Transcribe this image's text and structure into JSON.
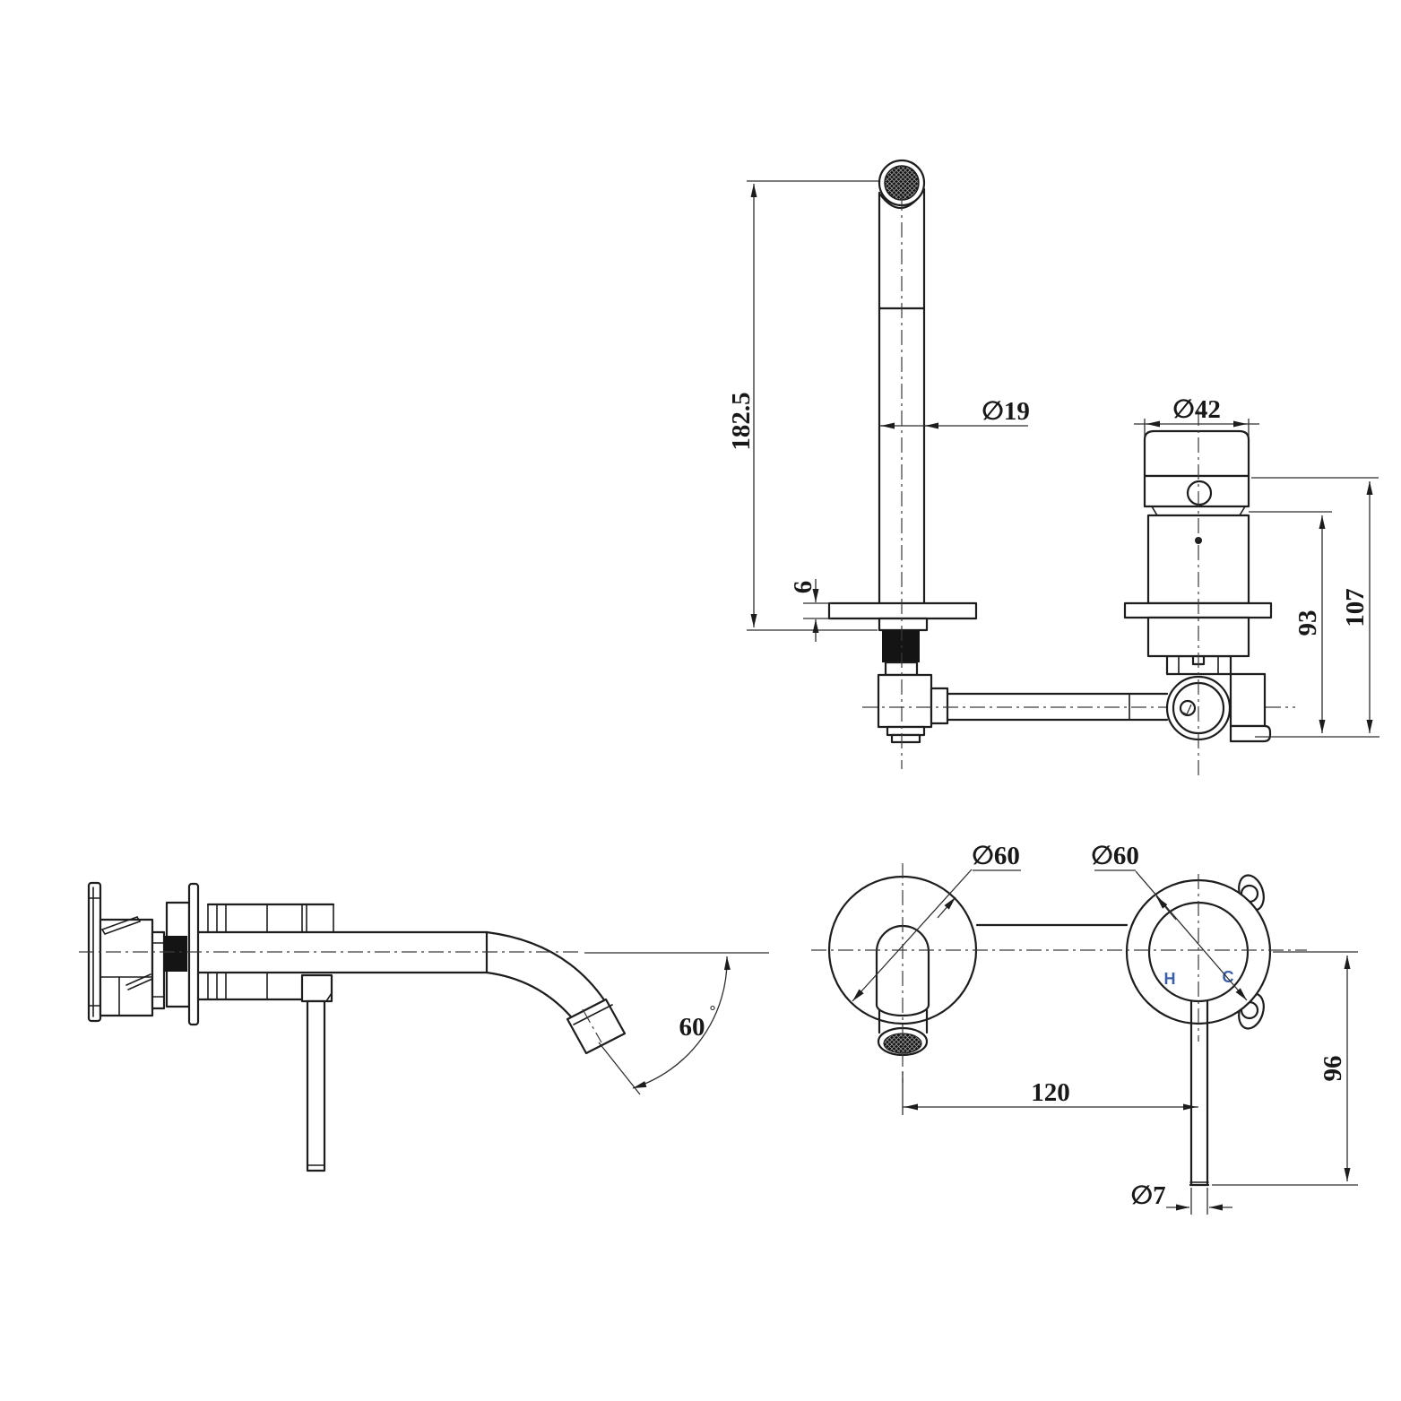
{
  "colors": {
    "line": "#1d1d1d",
    "hot_cold_blue": "#3a5fa8",
    "thread_fill": "#141414",
    "background": "#ffffff"
  },
  "spout_side_view": {
    "height": "182.5",
    "spout_diameter": "∅19",
    "flange_thickness": "6"
  },
  "handle_side_view": {
    "handle_diameter": "∅42",
    "body_height": "93",
    "overall_height": "107"
  },
  "installed_side_view": {
    "spout_angle": "60",
    "degree_symbol": "°"
  },
  "front_view": {
    "spout_escutcheon_diameter": "∅60",
    "handle_escutcheon_diameter": "∅60",
    "centre_distance": "120",
    "handle_drop": "96",
    "lever_diameter": "∅7",
    "hot": "H",
    "cold": "C"
  }
}
